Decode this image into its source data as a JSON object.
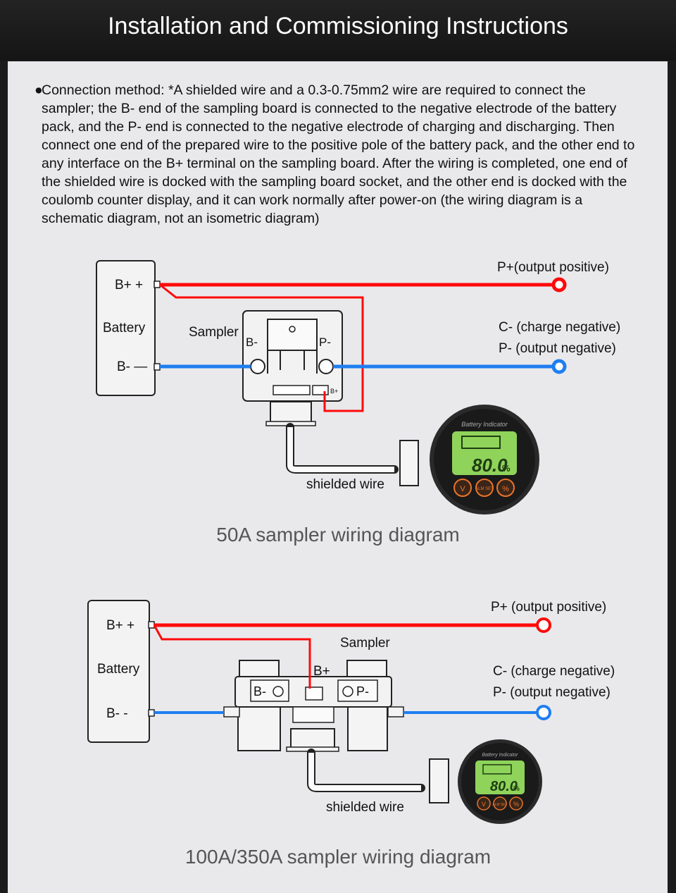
{
  "header": {
    "title": "Installation and Commissioning Instructions"
  },
  "intro": {
    "bullet": "●",
    "text": "Connection method: *A shielded wire and a 0.3-0.75mm2 wire are required to connect the sampler; the B- end of the sampling board is connected to the negative electrode of the battery pack, and the P- end is connected to the negative electrode of charging and discharging. Then connect one end of the prepared wire to the positive pole of the battery pack, and the other end to any interface on the B+ terminal on the sampling board. After the wiring is completed, one end of the shielded wire is docked with the sampling board socket, and the other end is docked with the coulomb counter display, and it can work normally after power-on (the wiring diagram is a schematic diagram, not an isometric diagram)"
  },
  "diagram1": {
    "battery_pos": "B+ +",
    "battery_label": "Battery",
    "battery_neg": "B- —",
    "sampler_label": "Sampler",
    "sampler_bminus": "B-",
    "sampler_pminus": "P-",
    "sampler_bplus_small": "B+",
    "p_plus": "P+(output positive)",
    "c_minus": "C- (charge negative)",
    "p_minus": "P- (output negative)",
    "shielded_wire": "shielded wire",
    "display_brand": "Battery Indicator",
    "display_value": "80.0",
    "display_unit": "%",
    "btn_v": "V",
    "btn_alm": "ALM SET",
    "btn_pct": "%",
    "caption": "50A sampler wiring diagram"
  },
  "diagram2": {
    "battery_pos": "B+ +",
    "battery_label": "Battery",
    "battery_neg": "B-  -",
    "sampler_label": "Sampler",
    "sampler_bplus": "B+",
    "sampler_bminus": "B-",
    "sampler_pminus": "P-",
    "p_plus": "P+ (output positive)",
    "c_minus": "C- (charge negative)",
    "p_minus": "P- (output negative)",
    "shielded_wire": "shielded wire",
    "display_brand": "Battery Indicator",
    "display_value": "80.0",
    "display_unit": "%",
    "btn_v": "V",
    "btn_alm": "ALM SET",
    "btn_pct": "%",
    "caption": "100A/350A sampler wiring diagram"
  },
  "colors": {
    "red_wire": "#ff0a0a",
    "blue_wire": "#1e7ef0",
    "lcd": "#8fd35a",
    "button": "#e8742a"
  }
}
